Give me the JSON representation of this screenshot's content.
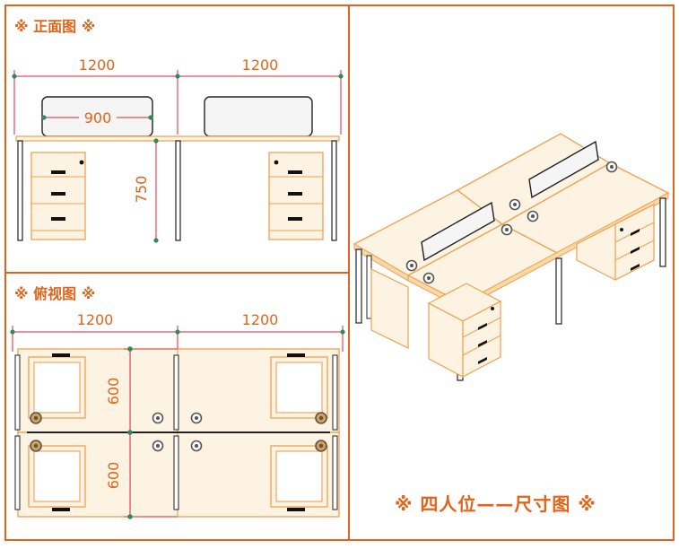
{
  "colors": {
    "frame": "#e2641a",
    "desk_line": "#f0a050",
    "desk_fill": "#fdf3e3",
    "dim_line": "#e0203a",
    "dim_text": "#e2641a",
    "marker": "#2e8b57",
    "dark": "#1a1a1a",
    "panel_fill": "#f5f5f5",
    "iso_line": "#f0a050"
  },
  "front_view": {
    "title": "※ 正面图 ※",
    "dims": {
      "left_width": "1200",
      "right_width": "1200",
      "screen_width": "900",
      "height": "750"
    }
  },
  "top_view": {
    "title": "※ 俯视图 ※",
    "dims": {
      "left_width": "1200",
      "right_width": "1200",
      "upper_depth": "600",
      "lower_depth": "600"
    }
  },
  "caption": "※  四人位——尺寸图 ※",
  "icons": [
    "reference-mark-icon",
    "grommet-icon",
    "drawer-lock-icon"
  ]
}
